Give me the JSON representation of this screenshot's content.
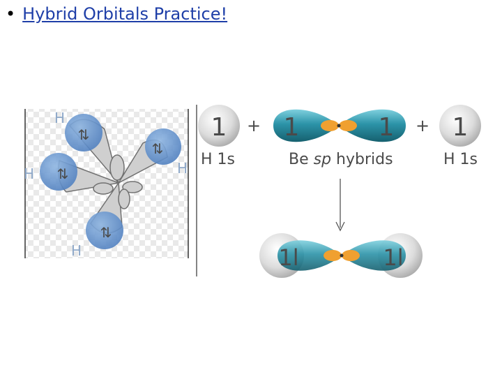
{
  "slide": {
    "bullet": "•",
    "title_link": "Hybrid Orbitals Practice!"
  },
  "left_figure": {
    "h_labels": [
      "H",
      "H",
      "H",
      "H"
    ],
    "electron_pair": "⇅"
  },
  "right_figure": {
    "orbital_number": "1",
    "plus": "+",
    "label_h1s_left": "H 1s",
    "label_be_prefix": "Be ",
    "label_be_sp": "sp",
    "label_be_suffix": " hybrids",
    "label_h1s_right": "H 1s",
    "pair_arrows": "1l"
  },
  "colors": {
    "link": "#1f3fa8",
    "teal": "#2c8fa3",
    "orange": "#f0a030",
    "blue_sphere": "#5b8fc9"
  }
}
